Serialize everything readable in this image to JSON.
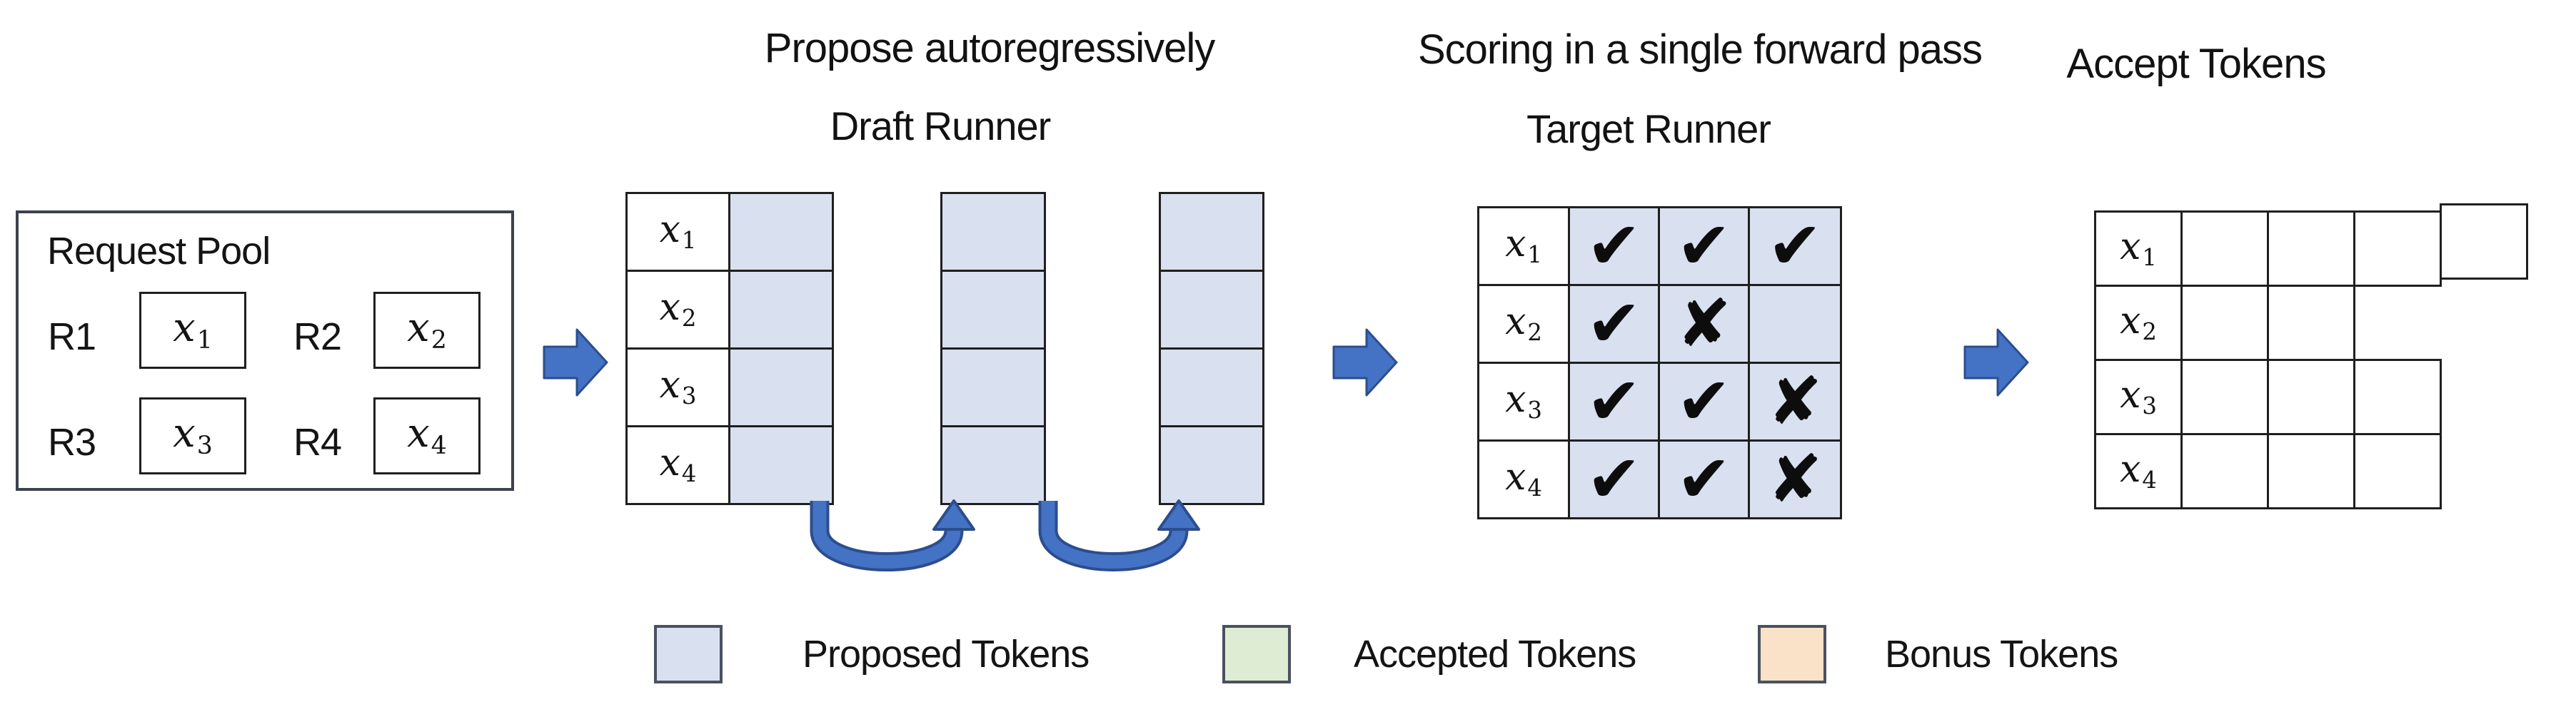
{
  "titles": {
    "draft_heading": "Propose autoregressively",
    "draft_subheading": "Draft Runner",
    "target_heading": "Scoring in a single forward pass",
    "target_subheading": "Target Runner",
    "accept_heading": "Accept Tokens"
  },
  "tokens": [
    {
      "base": "x",
      "sub": "1"
    },
    {
      "base": "x",
      "sub": "2"
    },
    {
      "base": "x",
      "sub": "3"
    },
    {
      "base": "x",
      "sub": "4"
    }
  ],
  "request_pool": {
    "title": "Request Pool",
    "requests": [
      {
        "id": "R1"
      },
      {
        "id": "R2"
      },
      {
        "id": "R3"
      },
      {
        "id": "R4"
      }
    ]
  },
  "draft_runner": {
    "proposal_steps": 3,
    "rows": 4
  },
  "target_runner": {
    "marks": [
      [
        "✔",
        "✔",
        "✔"
      ],
      [
        "✔",
        "✘",
        ""
      ],
      [
        "✔",
        "✔",
        "✘"
      ],
      [
        "✔",
        "✔",
        "✘"
      ]
    ]
  },
  "accept_tokens": {
    "rows": [
      {
        "cells": [
          "accepted",
          "accepted",
          "accepted",
          "bonus"
        ]
      },
      {
        "cells": [
          "accepted",
          "bonus"
        ]
      },
      {
        "cells": [
          "accepted",
          "accepted",
          "bonus"
        ]
      },
      {
        "cells": [
          "accepted",
          "accepted",
          "bonus"
        ]
      }
    ]
  },
  "legend": {
    "items": [
      {
        "label": "Proposed Tokens",
        "color": "#d9e1f0"
      },
      {
        "label": "Accepted Tokens",
        "color": "#dfecd4"
      },
      {
        "label": "Bonus Tokens",
        "color": "#f9e2c7"
      }
    ]
  },
  "colors": {
    "arrow_fill": "#4472c4",
    "arrow_outline": "#2c4d8e",
    "grid_border": "#1f1f1f",
    "text": "#141414"
  }
}
